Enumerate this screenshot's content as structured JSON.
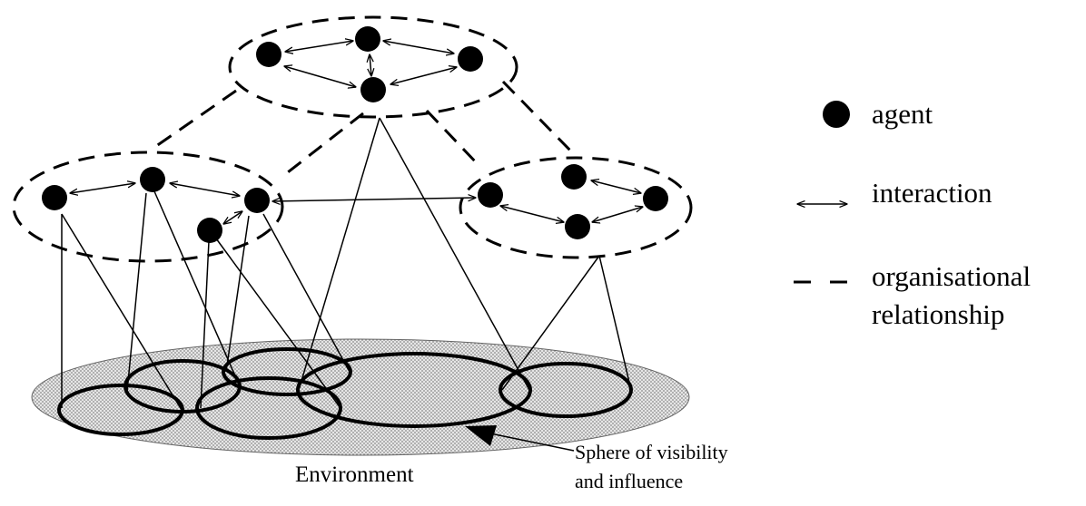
{
  "legend": {
    "agent_label": "agent",
    "interaction_label": "interaction",
    "organisational_label_line1": "organisational",
    "organisational_label_line2": "relationship"
  },
  "labels": {
    "environment": "Environment",
    "sphere_line1": "Sphere of visibility",
    "sphere_line2": "and influence"
  },
  "colors": {
    "ink": "#000000",
    "environment_fill": "#cfcfcf"
  }
}
